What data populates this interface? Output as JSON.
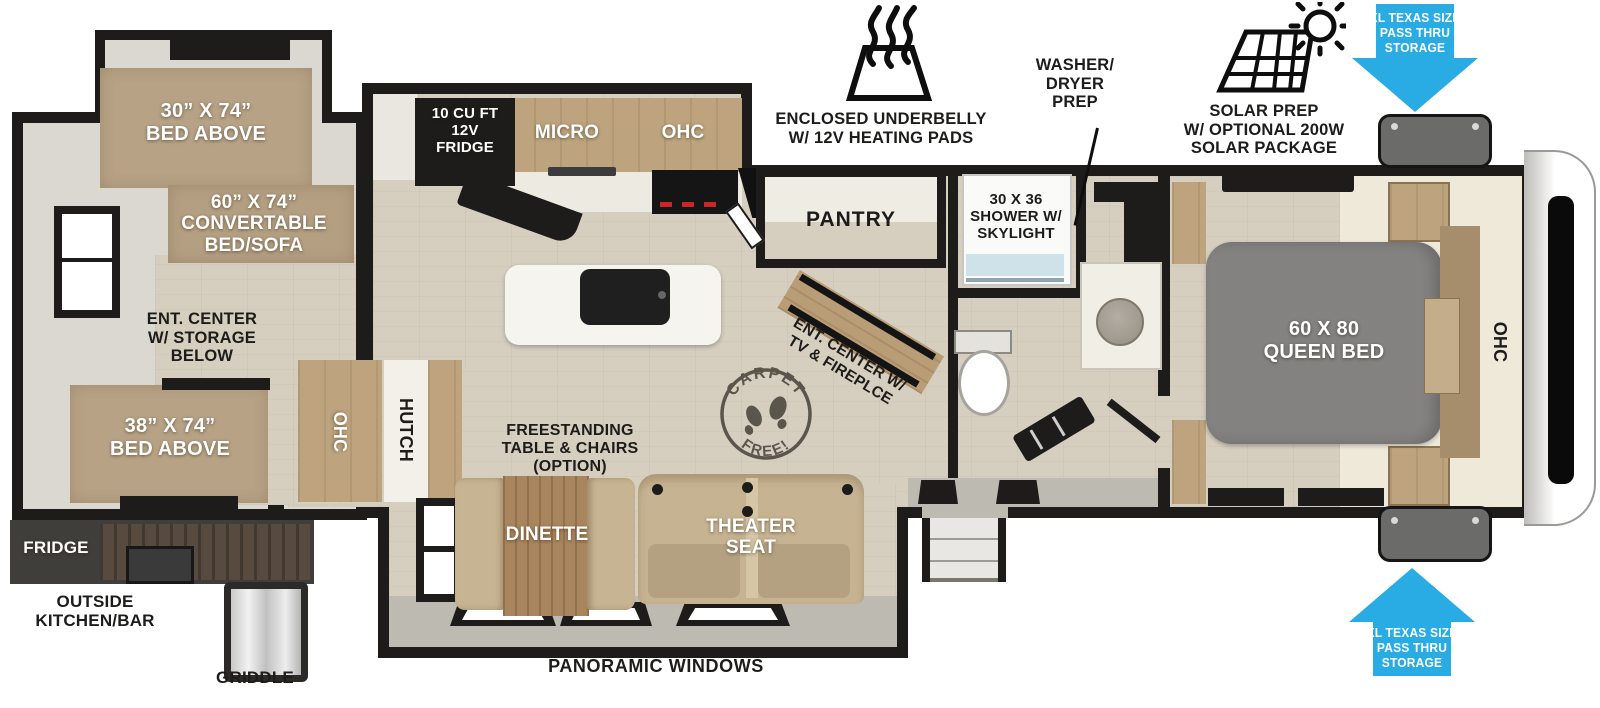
{
  "colors": {
    "accent_blue": "#29ace4",
    "wall_black": "#1d1c1a",
    "wood_floor": "#d6cfc0",
    "cabinet_tan": "#bda47f",
    "mattress_gray": "#838281"
  },
  "exterior_annotations": {
    "underbelly_label": "ENCLOSED UNDERBELLY\nW/ 12V HEATING PADS",
    "washer_dryer_label": "WASHER/\nDRYER\nPREP",
    "solar_label": "SOLAR PREP\nW/ OPTIONAL 200W\nSOLAR PACKAGE",
    "pass_thru_top_label": "XL TEXAS SIZE\nPASS THRU\nSTORAGE",
    "pass_thru_bottom_label": "XL TEXAS SIZE\nPASS THRU\nSTORAGE",
    "panoramic_windows_label": "PANORAMIC WINDOWS"
  },
  "bunk_room": {
    "bed_above_30_label": "30” X 74”\nBED ABOVE",
    "convertible_label": "60” X 74”\nCONVERTABLE\nBED/SOFA",
    "ent_center_label": "ENT. CENTER\nW/ STORAGE\nBELOW",
    "bed_above_38_label": "38” X 74”\nBED ABOVE"
  },
  "outside_kitchen": {
    "fridge_label": "FRIDGE",
    "kitchen_label": "OUTSIDE\nKITCHEN/BAR",
    "griddle_label": "GRIDDLE"
  },
  "kitchen": {
    "fridge_label": "10 CU FT\n12V\nFRIDGE",
    "micro_label": "MICRO",
    "ohc_label": "OHC",
    "pantry_label": "PANTRY"
  },
  "living": {
    "ohc_label": "OHC",
    "hutch_label": "HUTCH",
    "freestanding_label": "FREESTANDING\nTABLE & CHAIRS\n(OPTION)",
    "dinette_label": "DINETTE",
    "theater_label": "THEATER\nSEAT",
    "ent_center_label": "ENT. CENTER W/\nTV & FIREPLCE",
    "carpet_free_top": "CARPET",
    "carpet_free_bottom": "FREE!"
  },
  "bathroom": {
    "shower_label": "30 X 36\nSHOWER W/\nSKYLIGHT"
  },
  "bedroom": {
    "bed_label": "60 X 80\nQUEEN BED",
    "ohc_label": "OHC"
  }
}
